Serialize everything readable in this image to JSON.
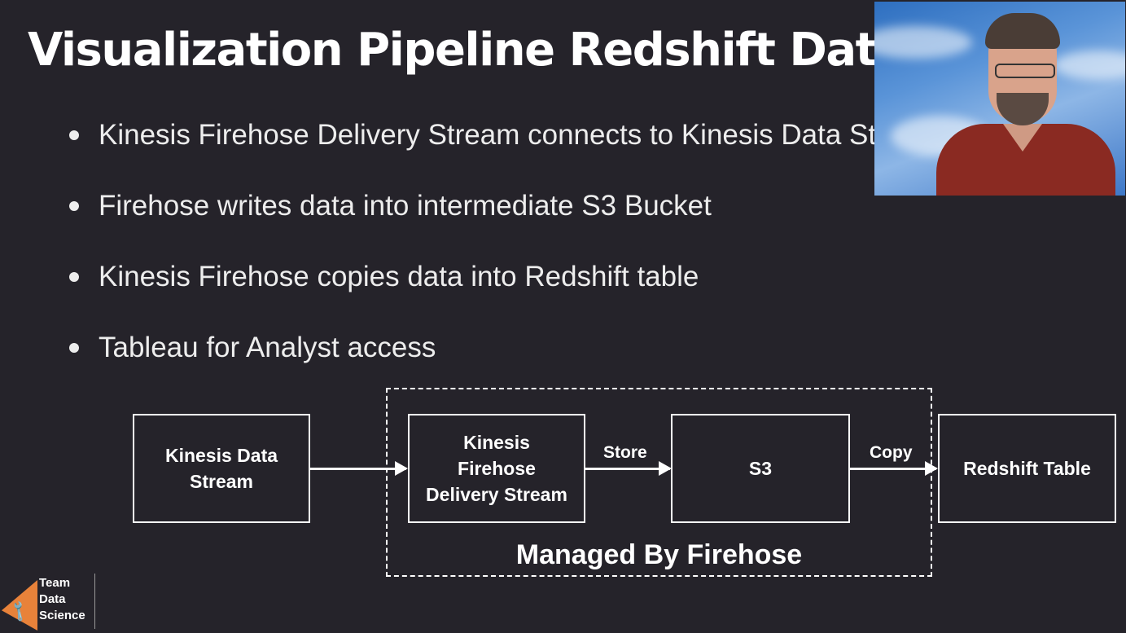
{
  "slide": {
    "title": "Visualization Pipeline Redshift Data Warehouse",
    "bullets": [
      "Kinesis Firehose Delivery Stream connects to Kinesis Data Stream",
      "Firehose writes data into intermediate S3 Bucket",
      "Kinesis Firehose copies data into Redshift table",
      "Tableau for Analyst access"
    ]
  },
  "diagram": {
    "nodes": {
      "kinesis_data_stream": "Kinesis Data Stream",
      "firehose_line1": "Kinesis",
      "firehose_line2": "Firehose",
      "firehose_line3": "Delivery Stream",
      "s3": "S3",
      "redshift_table": "Redshift Table"
    },
    "edges": {
      "store": "Store",
      "copy": "Copy"
    },
    "group_label": "Managed By Firehose"
  },
  "logo": {
    "line1": "Team",
    "line2": "Data",
    "line3": "Science"
  },
  "colors": {
    "background": "#25232a",
    "foreground": "#ffffff",
    "logo_accent": "#e8823a"
  },
  "icons": {
    "logo": "wrench-icon",
    "bullet": "bullet-dot-icon"
  }
}
